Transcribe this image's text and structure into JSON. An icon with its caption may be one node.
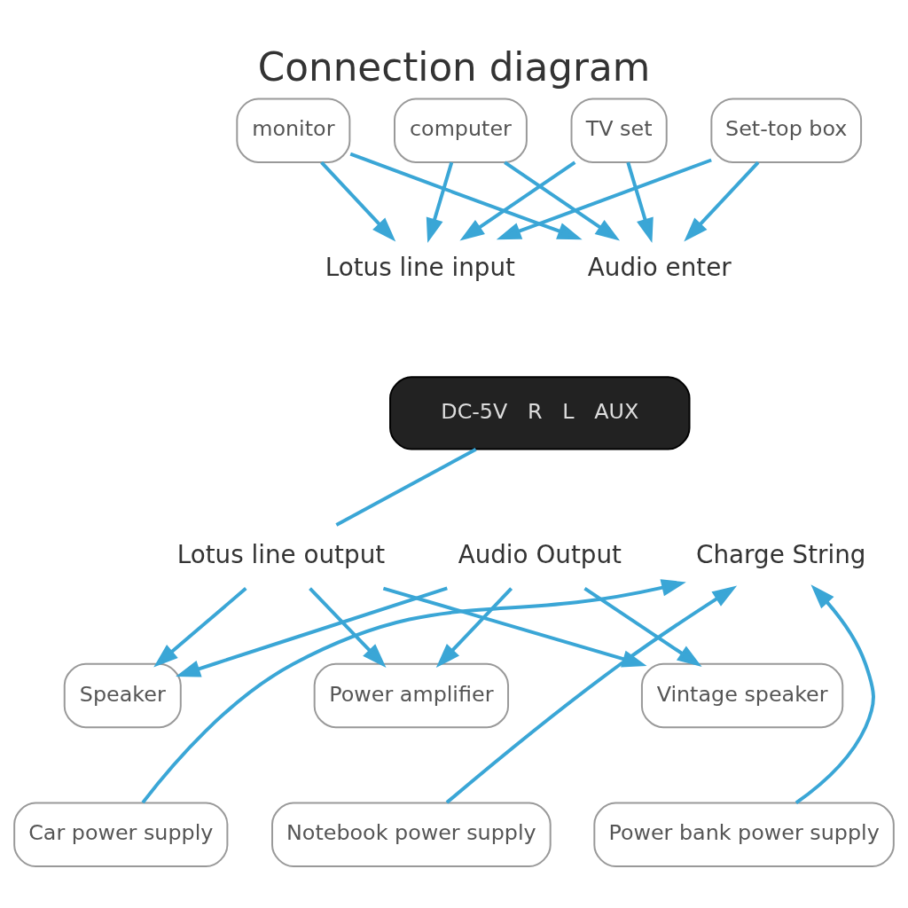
{
  "diagram": {
    "title": "Connection diagram",
    "nodes": [
      {
        "text": [
          "TV set"
        ]
      },
      {
        "text": [
          "Set-top box"
        ]
      },
      {
        "text": [
          "monitor"
        ]
      },
      {
        "text": [
          "computer"
        ]
      },
      {
        "text": [
          "Lotus line input"
        ]
      },
      {
        "text": [
          "Audio enter"
        ]
      },
      {
        "text": [
          "DC-5V",
          "R",
          "L",
          "AUX"
        ]
      },
      {
        "text": [
          "Charge String"
        ]
      },
      {
        "text": [
          "Audio Output"
        ]
      },
      {
        "text": [
          "Lotus line output"
        ]
      },
      {
        "text": [
          "Speaker"
        ]
      },
      {
        "text": [
          "Power amplifier"
        ]
      },
      {
        "text": [
          "Vintage speaker"
        ]
      },
      {
        "text": [
          "Car power supply"
        ]
      },
      {
        "text": [
          "Notebook power supply"
        ]
      },
      {
        "text": [
          "Power bank power supply"
        ]
      }
    ],
    "edges": [
      {
        "from": 0,
        "to": 4,
        "arrow": "to"
      },
      {
        "from": 1,
        "to": 4,
        "arrow": "to"
      },
      {
        "from": 2,
        "to": 4,
        "arrow": "to"
      },
      {
        "from": 3,
        "to": 4,
        "arrow": "to"
      },
      {
        "from": 0,
        "to": 5,
        "arrow": "to"
      },
      {
        "from": 1,
        "to": 5,
        "arrow": "to"
      },
      {
        "from": 2,
        "to": 5,
        "arrow": "to"
      },
      {
        "from": 3,
        "to": 5,
        "arrow": "to"
      },
      {
        "from": 6,
        "to": 9,
        "arrow": "none"
      },
      {
        "from": 9,
        "to": 10,
        "arrow": "to"
      },
      {
        "from": 9,
        "to": 11,
        "arrow": "to"
      },
      {
        "from": 9,
        "to": 12,
        "arrow": "to"
      },
      {
        "from": 8,
        "to": 10,
        "arrow": "to"
      },
      {
        "from": 8,
        "to": 11,
        "arrow": "to"
      },
      {
        "from": 8,
        "to": 12,
        "arrow": "to"
      },
      {
        "from": 13,
        "to": 7,
        "arrow": "to"
      },
      {
        "from": 14,
        "to": 7,
        "arrow": "to"
      },
      {
        "from": 15,
        "to": 7,
        "arrow": "to"
      }
    ]
  }
}
